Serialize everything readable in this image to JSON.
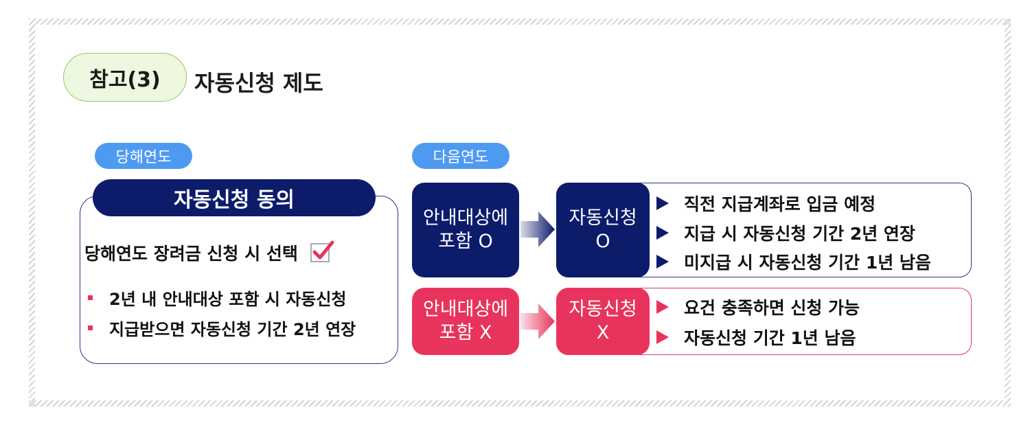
{
  "header": {
    "tag": "참고(3)",
    "title": "자동신청 제도"
  },
  "current_year": {
    "label": "당해연도",
    "heading": "자동신청 동의",
    "select_text": "당해연도 장려금 신청 시 선택",
    "bullets": [
      "2년 내 안내대상 포함 시 자동신청",
      "지급받으면 자동신청 기간 2년 연장"
    ]
  },
  "next_year": {
    "label": "다음연도",
    "rows": [
      {
        "condition_line1": "안내대상에",
        "condition_line2": "포함 O",
        "result_line1": "자동신청",
        "result_line2": "O",
        "items": [
          "직전 지급계좌로  입금 예정",
          "지급 시 자동신청 기간 2년 연장",
          "미지급 시 자동신청 기간 1년 남음"
        ]
      },
      {
        "condition_line1": "안내대상에",
        "condition_line2": "포함 X",
        "result_line1": "자동신청",
        "result_line2": "X",
        "items": [
          "요건 충족하면 신청 가능",
          "자동신청 기간 1년 남음"
        ]
      }
    ]
  },
  "colors": {
    "navy": "#0d1b6b",
    "red": "#e8345c",
    "pill_blue": "#4e9af0",
    "tag_green": "#8fc96a"
  },
  "icons": [
    "check-icon",
    "arrow-right-icon",
    "triangle-bullet-icon"
  ]
}
